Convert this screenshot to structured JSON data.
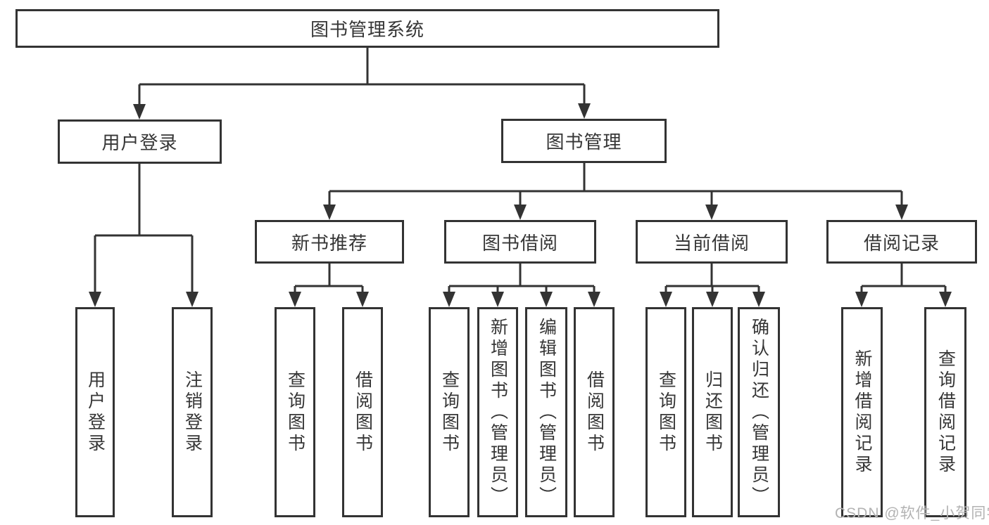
{
  "diagram_title": "图书管理系统",
  "hierarchy": {
    "root": {
      "label": "图书管理系统"
    },
    "children": [
      {
        "label": "用户登录",
        "leaves": [
          "用户登录",
          "注销登录"
        ]
      },
      {
        "label": "图书管理",
        "children": [
          {
            "label": "新书推荐",
            "leaves": [
              "查询图书",
              "借阅图书"
            ]
          },
          {
            "label": "图书借阅",
            "leaves": [
              "查询图书",
              "新增图书（管理员）",
              "编辑图书（管理员）",
              "借阅图书"
            ]
          },
          {
            "label": "当前借阅",
            "leaves": [
              "查询图书",
              "归还图书",
              "确认归还（管理员）"
            ]
          },
          {
            "label": "借阅记录",
            "leaves": [
              "新增借阅记录",
              "查询借阅记录"
            ]
          }
        ]
      }
    ]
  },
  "watermark": {
    "text": "CSDN @软件_小贺同学"
  },
  "colors": {
    "line": "#333333",
    "box_border": "#333333",
    "text": "#363636",
    "watermark": "#b3b3b3",
    "background": "#ffffff"
  }
}
